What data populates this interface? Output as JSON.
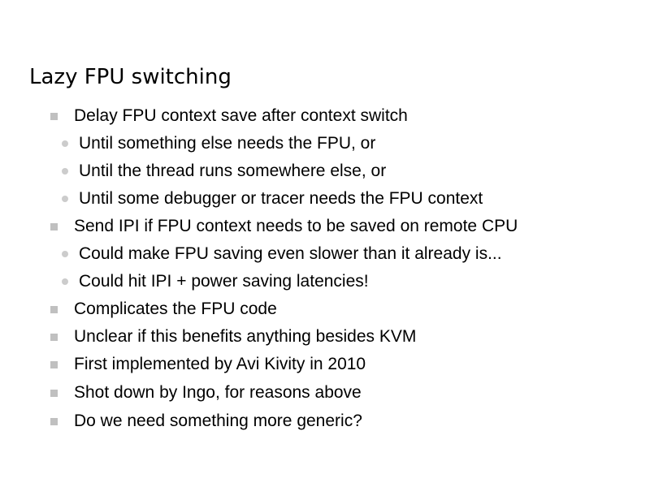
{
  "slide": {
    "title": "Lazy FPU switching",
    "colors": {
      "background": "#ffffff",
      "text": "#000000",
      "bullet": "#c0c0c0"
    },
    "items": [
      {
        "level": 1,
        "bullet": "square",
        "text": "Delay FPU context save after context switch"
      },
      {
        "level": 2,
        "bullet": "dot",
        "text": "Until something else needs the FPU, or"
      },
      {
        "level": 2,
        "bullet": "dot",
        "text": "Until the thread runs somewhere else, or"
      },
      {
        "level": 2,
        "bullet": "dot",
        "text": "Until some debugger or tracer needs the FPU context"
      },
      {
        "level": 1,
        "bullet": "square",
        "text": "Send IPI if FPU context needs to be saved on remote CPU"
      },
      {
        "level": 2,
        "bullet": "dot",
        "text": "Could make FPU saving even slower than it already is..."
      },
      {
        "level": 2,
        "bullet": "dot",
        "text": "Could hit IPI + power saving latencies!"
      },
      {
        "level": 1,
        "bullet": "square",
        "text": "Complicates the FPU code"
      },
      {
        "level": 1,
        "bullet": "square",
        "text": "Unclear if this benefits anything besides KVM"
      },
      {
        "level": 1,
        "bullet": "square",
        "text": "First implemented by Avi Kivity in 2010"
      },
      {
        "level": 1,
        "bullet": "square",
        "text": "Shot down by Ingo, for reasons above"
      },
      {
        "level": 1,
        "bullet": "square",
        "text": "Do we need something more generic?"
      }
    ]
  }
}
